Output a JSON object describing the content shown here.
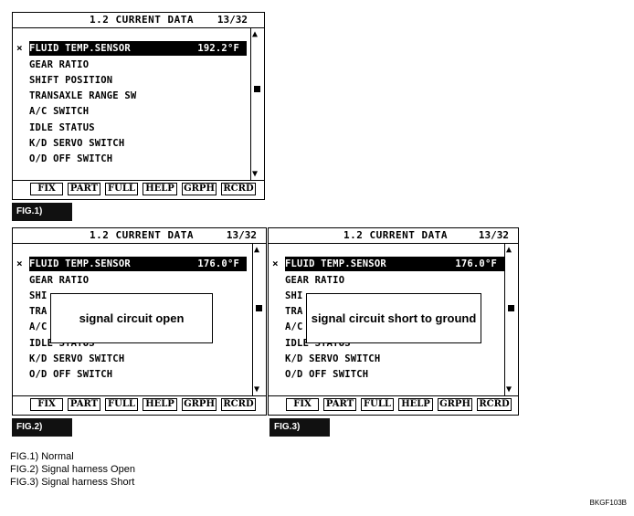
{
  "header": {
    "title": "1.2 CURRENT DATA"
  },
  "fig1": {
    "page": "13/32",
    "rows": [
      {
        "label": "FLUID TEMP.SENSOR",
        "value": "192.2°F"
      },
      {
        "label": "GEAR RATIO"
      },
      {
        "label": "SHIFT POSITION"
      },
      {
        "label": "TRANSAXLE RANGE SW"
      },
      {
        "label": "A/C SWITCH"
      },
      {
        "label": "IDLE STATUS"
      },
      {
        "label": "K/D SERVO SWITCH"
      },
      {
        "label": "O/D OFF SWITCH"
      }
    ],
    "tag": "FIG.1)"
  },
  "fig2": {
    "page": "13/32",
    "rows": [
      {
        "label": "FLUID TEMP.SENSOR",
        "value": "176.0°F"
      },
      {
        "label": "GEAR RATIO"
      },
      {
        "label": "SHI"
      },
      {
        "label": "TRA"
      },
      {
        "label": "A/C"
      },
      {
        "label": "IDLE STATUS"
      },
      {
        "label": "K/D SERVO SWITCH"
      },
      {
        "label": "O/D OFF SWITCH"
      }
    ],
    "popup": "signal circuit open",
    "tag": "FIG.2)"
  },
  "fig3": {
    "page": "13/32",
    "rows": [
      {
        "label": "FLUID TEMP.SENSOR",
        "value": "176.0°F"
      },
      {
        "label": "GEAR RATIO"
      },
      {
        "label": "SHI"
      },
      {
        "label": "TRA"
      },
      {
        "label": "A/C"
      },
      {
        "label": "IDLE STATUS"
      },
      {
        "label": "K/D SERVO SWITCH"
      },
      {
        "label": "O/D OFF SWITCH"
      }
    ],
    "popup": "signal circuit short to ground",
    "tag": "FIG.3)"
  },
  "cursor": "×",
  "scroll": {
    "up": "▲",
    "down": "▼"
  },
  "buttons": [
    "FIX",
    "PART",
    "FULL",
    "HELP",
    "GRPH",
    "RCRD"
  ],
  "legend": [
    "FIG.1) Normal",
    "FIG.2) Signal harness Open",
    "FIG.3) Signal harness Short"
  ],
  "code": "BKGF103B"
}
